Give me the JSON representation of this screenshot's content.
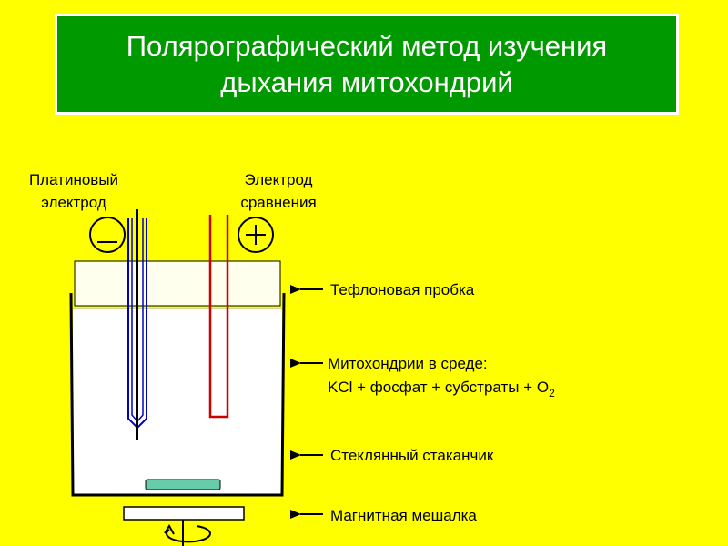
{
  "title": "Полярографический метод изучения\nдыхания митохондрий",
  "labels": {
    "platinum_line1": "Платиновый",
    "platinum_line2": "электрод",
    "reference_line1": "Электрод",
    "reference_line2": "сравнения",
    "teflon": "Тефлоновая пробка",
    "mito_line1": "Митохондрии в среде:",
    "mito_line2": "KCl  + фосфат + субстраты + O",
    "mito_sub": "2",
    "glass": "Стеклянный стаканчик",
    "stirrer": "Магнитная мешалка"
  },
  "colors": {
    "background": "#ffff00",
    "title_bg": "#009900",
    "platinum_electrode": "#0000cc",
    "reference_electrode": "#cc0000",
    "stir_bar": "#66ccaa"
  }
}
